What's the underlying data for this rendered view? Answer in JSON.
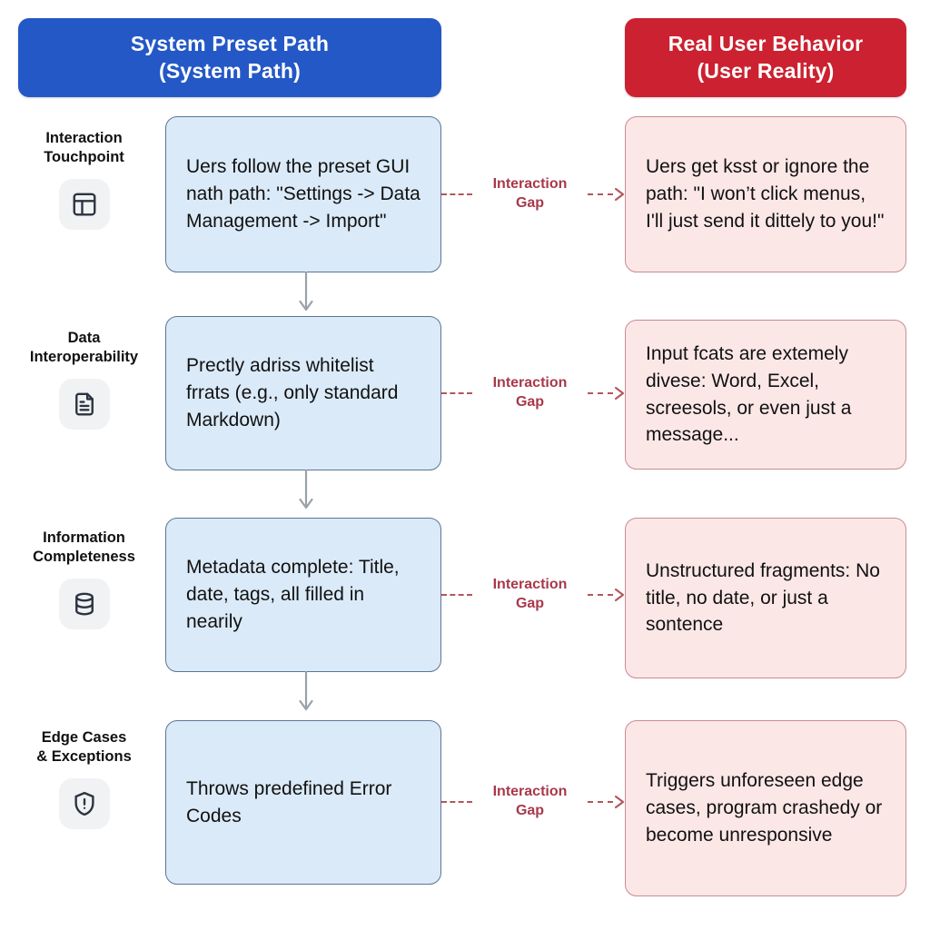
{
  "headers": {
    "left": {
      "line1": "System Preset Path",
      "line2": "(System Path)",
      "color": "#2458c6"
    },
    "right": {
      "line1": "Real User Behavior",
      "line2": "(User Reality)",
      "color": "#cc2130"
    }
  },
  "gap_label": {
    "line1": "Interaction",
    "line2": "Gap",
    "color": "#a8384a"
  },
  "colors": {
    "box_blue_fill": "#dbeaf8",
    "box_blue_border": "#5b7694",
    "box_pink_fill": "#fce7e7",
    "box_pink_border": "#c98a93",
    "connector_gray": "#9aa1a9",
    "icon_chip_bg": "#f1f2f4"
  },
  "rows": [
    {
      "label": {
        "line1": "Interaction",
        "line2": "Touchpoint"
      },
      "icon": "layout-panel-icon",
      "system": "Uers follow the preset GUI nath path: \"Settings -> Data Management -> Import\"",
      "user": "Uers get ksst or ignore the path: \"I won’t click menus, I'll just send it dittely to you!\""
    },
    {
      "label": {
        "line1": "Data",
        "line2": "Interoperability"
      },
      "icon": "document-icon",
      "system": "Prectly adriss whitelist frrats (e.g., only standard Markdown)",
      "user": "Input fcats are extemely divese: Word, Excel, screesols, or even just a message..."
    },
    {
      "label": {
        "line1": "Information",
        "line2": "Completeness"
      },
      "icon": "database-icon",
      "system": "Metadata complete: Title, date, tags, all filled in nearily",
      "user": "Unstructured fragments: No title, no date, or just a sontence"
    },
    {
      "label": {
        "line1": "Edge Cases",
        "line2": "& Exceptions"
      },
      "icon": "shield-alert-icon",
      "system": "Throws predefined Error Codes",
      "user": "Triggers unforeseen edge cases, program crashedy or become unresponsive"
    }
  ]
}
